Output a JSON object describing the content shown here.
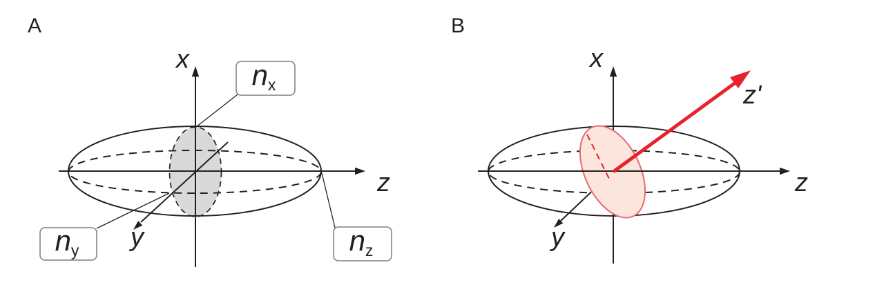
{
  "figure": {
    "panels": {
      "a": {
        "tag": "A",
        "axes": {
          "x": "x",
          "y": "y",
          "z": "z"
        },
        "callouts": {
          "nx": {
            "base": "n",
            "sub": "x"
          },
          "ny": {
            "base": "n",
            "sub": "y"
          },
          "nz": {
            "base": "n",
            "sub": "z"
          }
        }
      },
      "b": {
        "tag": "B",
        "axes": {
          "x": "x",
          "y": "y",
          "z": "z",
          "z_prime": "z'"
        }
      }
    },
    "colors": {
      "line": "#231f20",
      "gray_fill": "#d9d9d9",
      "box_border": "#7f7f7f",
      "red": "#e8212d",
      "pink_fill": "#fbe5dd",
      "pink_stroke": "#e56a70"
    }
  }
}
